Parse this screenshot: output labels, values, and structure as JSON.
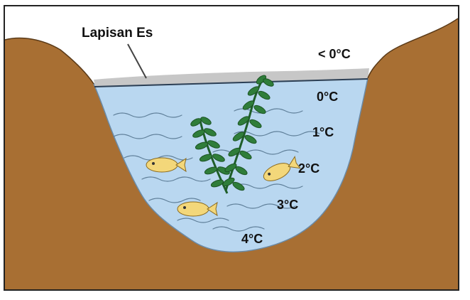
{
  "diagram": {
    "ice_label": "Lapisan Es",
    "temperatures": {
      "air": "< 0°C",
      "t0": "0°C",
      "t1": "1°C",
      "t2": "2°C",
      "t3": "3°C",
      "t4": "4°C"
    },
    "colors": {
      "ground": "#a86f33",
      "ground_edge": "#5a3a18",
      "water": "#b9d7f0",
      "ice": "#c7c7c7",
      "sky": "#ffffff",
      "fish": "#f3d77a",
      "plant": "#2f7d3a"
    }
  }
}
